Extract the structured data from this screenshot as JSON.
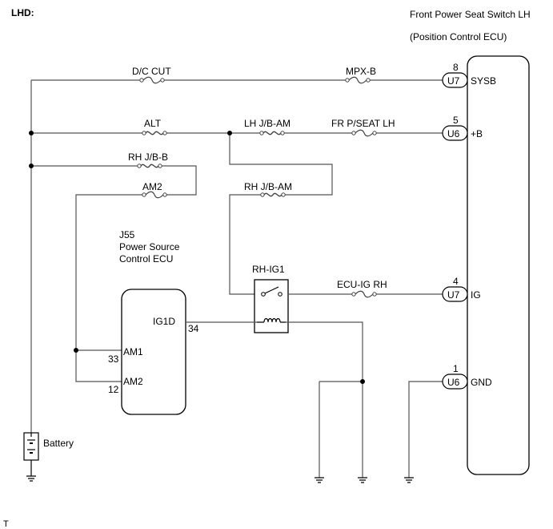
{
  "header": {
    "variant": "LHD:"
  },
  "ecu_right": {
    "title": "Front Power Seat Switch LH",
    "subtitle": "(Position Control ECU)",
    "pins": [
      {
        "num": "8",
        "conn": "U7",
        "name": "SYSB"
      },
      {
        "num": "5",
        "conn": "U6",
        "name": "+B"
      },
      {
        "num": "4",
        "conn": "U7",
        "name": "IG"
      },
      {
        "num": "1",
        "conn": "U6",
        "name": "GND"
      }
    ]
  },
  "ecu_left": {
    "code": "J55",
    "name_line1": "Power Source",
    "name_line2": "Control ECU",
    "pins": [
      {
        "name": "IG1D",
        "num": "34"
      },
      {
        "name": "AM1",
        "num": "33"
      },
      {
        "name": "AM2",
        "num": "12"
      }
    ]
  },
  "fuses": {
    "dc_cut": "D/C CUT",
    "mpx_b": "MPX-B",
    "alt": "ALT",
    "lh_jb_am": "LH J/B-AM",
    "fr_pseat_lh": "FR P/SEAT LH",
    "rh_jb_b": "RH J/B-B",
    "am2": "AM2",
    "rh_jb_am": "RH J/B-AM",
    "ecu_ig_rh": "ECU-IG RH"
  },
  "relay": {
    "name": "RH-IG1"
  },
  "battery": {
    "label": "Battery"
  },
  "footer": {
    "mark": "T"
  }
}
